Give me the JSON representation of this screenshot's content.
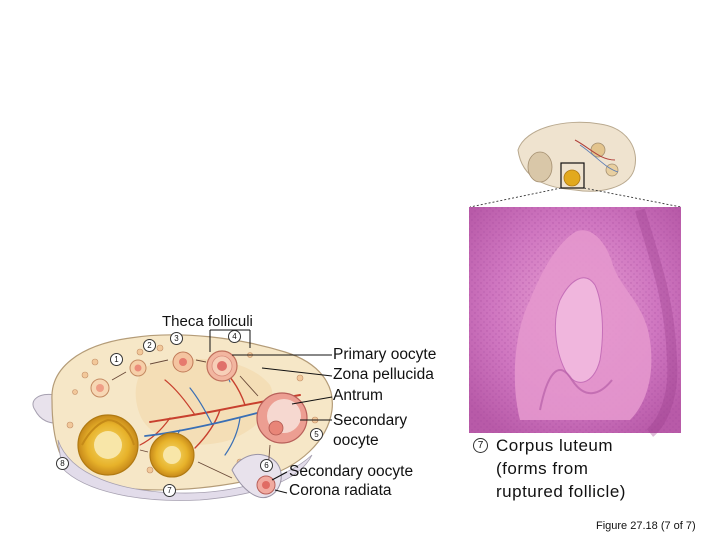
{
  "labels": {
    "theca_folliculi": "Theca folliculi",
    "primary_oocyte": "Primary oocyte",
    "zona_pellucida": "Zona pellucida",
    "antrum": "Antrum",
    "secondary_oocyte_1": "Secondary",
    "secondary_oocyte_2": "oocyte",
    "secondary_oocyte_lower": "Secondary oocyte",
    "corona_radiata": "Corona radiata",
    "corpus_luteum_1": "Corpus luteum",
    "corpus_luteum_2": "(forms from",
    "corpus_luteum_3": "ruptured follicle)"
  },
  "markers": {
    "m1": "1",
    "m2": "2",
    "m3": "3",
    "m4": "4",
    "m5": "5",
    "m6": "6",
    "m7": "7",
    "m8": "8",
    "m7_micrograph": "7"
  },
  "caption": "Figure 27.18 (7 of 7)",
  "colors": {
    "ovary_fill": "#f6e7c7",
    "corpus_luteum": "#e2a91e",
    "follicle": "#e98f8a",
    "vessel_red": "#c8402e",
    "vessel_blue": "#3a6fb5",
    "micrograph_bg": "#c766b8",
    "micrograph_tissue": "#e191c9"
  }
}
